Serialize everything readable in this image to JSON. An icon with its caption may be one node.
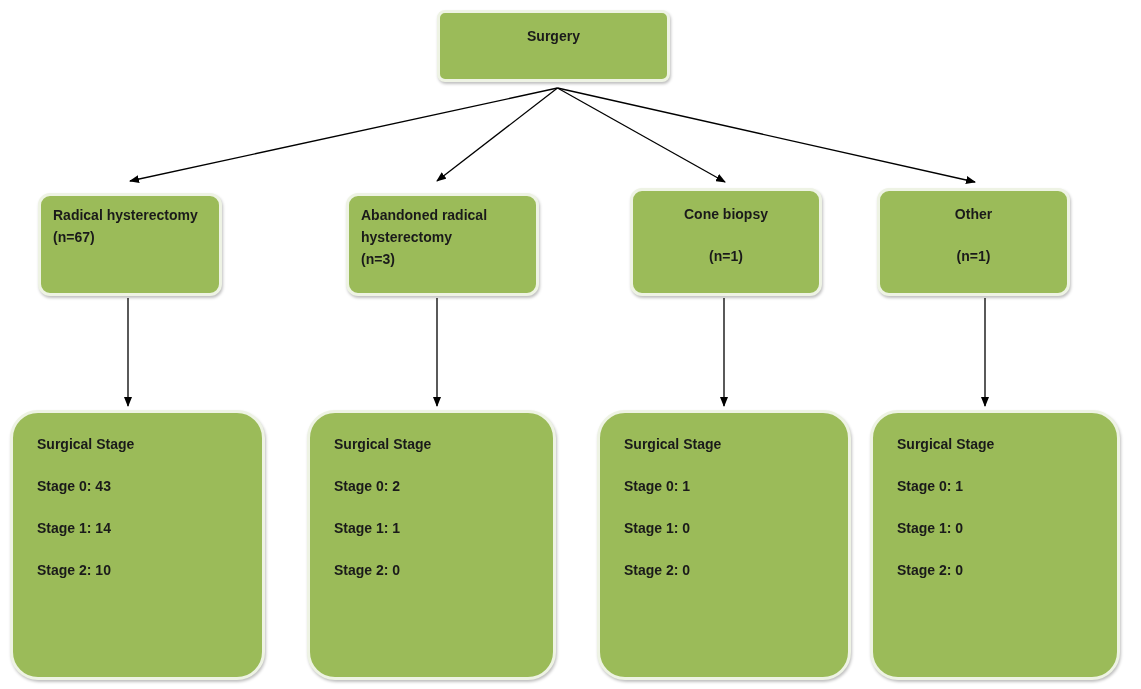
{
  "diagram": {
    "nodes": [
      {
        "text": [
          "Surgery"
        ]
      },
      {
        "text": [
          "Radical hysterectomy",
          "(n=67)"
        ]
      },
      {
        "text": [
          "Abandoned radical hysterectomy",
          "(n=3)"
        ]
      },
      {
        "text": [
          "Cone biopsy",
          "(n=1)"
        ]
      },
      {
        "text": [
          "Other",
          "(n=1)"
        ]
      },
      {
        "text": [
          "Surgical Stage",
          "Stage 0: 43",
          "Stage 1: 14",
          "Stage 2: 10"
        ]
      },
      {
        "text": [
          "Surgical Stage",
          "Stage 0: 2",
          "Stage 1: 1",
          "Stage 2: 0"
        ]
      },
      {
        "text": [
          "Surgical Stage",
          "Stage 0: 1",
          "Stage 1: 0",
          "Stage 2: 0"
        ]
      },
      {
        "text": [
          "Surgical Stage",
          "Stage 0: 1",
          "Stage 1: 0",
          "Stage 2: 0"
        ]
      }
    ],
    "edges": [
      {
        "from": 0,
        "to": 1,
        "arrow": "to"
      },
      {
        "from": 0,
        "to": 2,
        "arrow": "to"
      },
      {
        "from": 0,
        "to": 3,
        "arrow": "to"
      },
      {
        "from": 0,
        "to": 4,
        "arrow": "to"
      },
      {
        "from": 1,
        "to": 5,
        "arrow": "to"
      },
      {
        "from": 2,
        "to": 6,
        "arrow": "to"
      },
      {
        "from": 3,
        "to": 7,
        "arrow": "to"
      },
      {
        "from": 4,
        "to": 8,
        "arrow": "to"
      }
    ]
  }
}
